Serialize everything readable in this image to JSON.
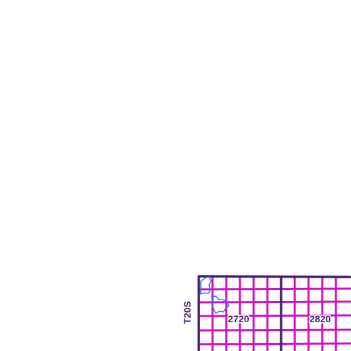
{
  "map": {
    "township_label": "T20S",
    "block_labels": [
      "2720",
      "2820"
    ]
  },
  "colors": {
    "background": "#ffffff",
    "section_grid": "#d010c0",
    "township_boundary": "#4a1a6e",
    "water_feature": "#2a7fe0",
    "label_text": "#4a1a6e"
  }
}
